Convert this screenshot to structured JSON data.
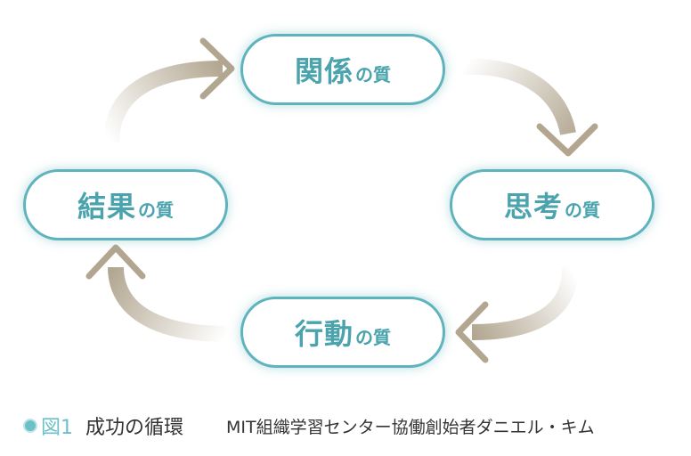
{
  "colors": {
    "node_border": "#5fb3bd",
    "node_text": "#4aa3ad",
    "arrow": "#b2a690",
    "accent": "#6cc0c8"
  },
  "nodes": {
    "top": {
      "main": "関係",
      "sub": "の質"
    },
    "right": {
      "main": "思考",
      "sub": "の質"
    },
    "bottom": {
      "main": "行動",
      "sub": "の質"
    },
    "left": {
      "main": "結果",
      "sub": "の質"
    }
  },
  "caption": {
    "label": "図1",
    "title": "成功の循環",
    "credit": "MIT組織学習センター協働創始者ダニエル・キム"
  }
}
